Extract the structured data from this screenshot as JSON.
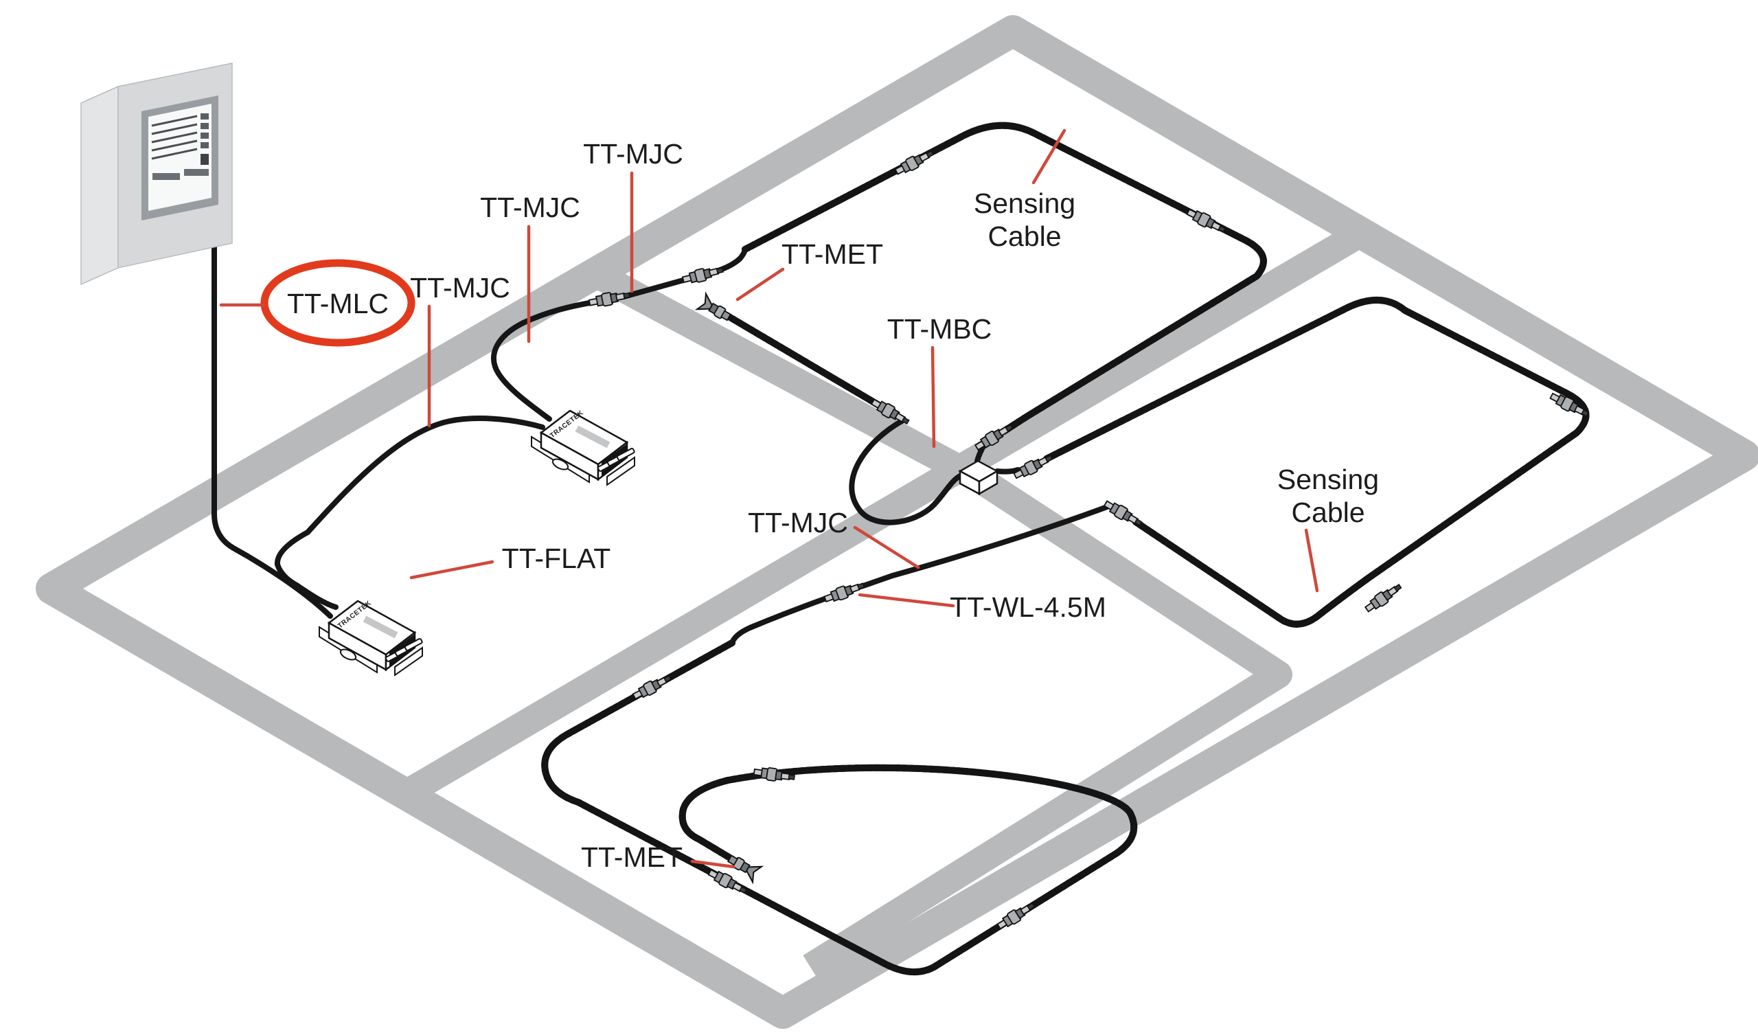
{
  "title": "Leak detection system installation diagram",
  "colors": {
    "band": "#b7b9bb",
    "cable": "#161616",
    "red_leader": "#d0483a",
    "red_ellipse": "#e23a1c"
  },
  "labels": {
    "mlc": "TT-MLC",
    "mjc1": "TT-MJC",
    "mjc2": "TT-MJC",
    "mjc3": "TT-MJC",
    "mjc4": "TT-MJC",
    "met1": "TT-MET",
    "met2": "TT-MET",
    "mbc": "TT-MBC",
    "flat": "TT-FLAT",
    "wl": "TT-WL-4.5M",
    "sensing1": {
      "line1": "Sensing",
      "line2": "Cable"
    },
    "sensing2": {
      "line1": "Sensing",
      "line2": "Cable"
    },
    "module_brand": "TRACETEK"
  }
}
